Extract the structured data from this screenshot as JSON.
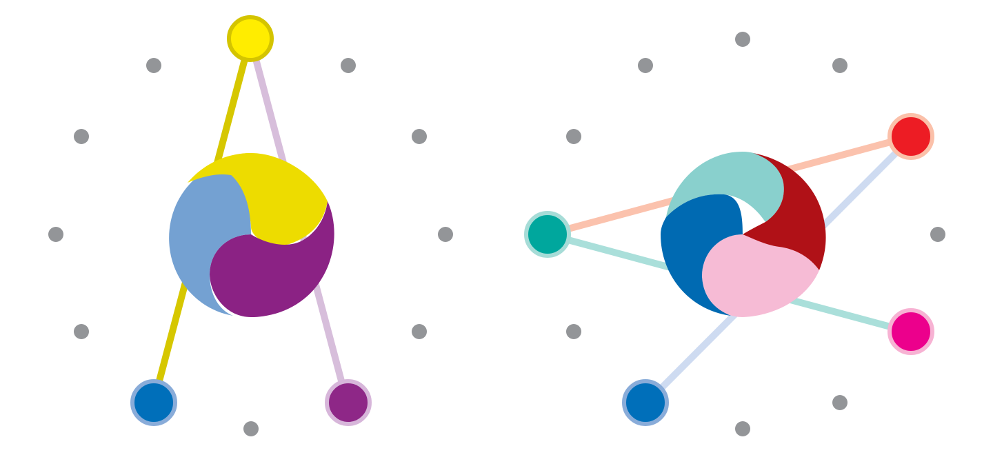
{
  "colors": {
    "background": "#ffffff",
    "dot": "#939598",
    "yellow": "#ffed00",
    "yellow_edge": "#d4c400",
    "yellow_link": "#d6c700",
    "yellow_swirl": "#eddc00",
    "light_blue_swirl": "#74a1d2",
    "purple": "#8e2787",
    "purple_swirl": "#8b2284",
    "purple_edge": "#d7b6da",
    "purple_link": "#d7bedb",
    "blue": "#006fba",
    "blue_edge": "#89acd9",
    "blue_link": "#cedbf1",
    "blue_swirl": "#006ab2",
    "teal": "#00a79d",
    "teal_edge": "#a6dcd7",
    "teal_link": "#aadfda",
    "teal_swirl": "#89d0cd",
    "red": "#ed1c24",
    "red_edge": "#fbc0a9",
    "red_link": "#fbc2ad",
    "red_swirl": "#b01117",
    "magenta": "#ec008c",
    "magenta_edge": "#f7b2d3",
    "pink_swirl": "#f6bbd5"
  },
  "diagrams": [
    {
      "id": "left",
      "swirl": [
        "yellow_swirl",
        "purple_swirl",
        "light_blue_swirl"
      ],
      "nodes": [
        "yellow",
        "blue",
        "purple"
      ],
      "links": [
        {
          "from": "yellow",
          "to": "blue",
          "color": "yellow_link"
        },
        {
          "from": "yellow",
          "to": "purple",
          "color": "purple_link"
        }
      ]
    },
    {
      "id": "right",
      "swirl": [
        "teal_swirl",
        "red_swirl",
        "pink_swirl",
        "blue_swirl"
      ],
      "nodes": [
        "teal",
        "red",
        "magenta",
        "blue"
      ],
      "links": [
        {
          "from": "teal",
          "to": "red",
          "color": "red_link"
        },
        {
          "from": "teal",
          "to": "magenta",
          "color": "teal_link"
        },
        {
          "from": "red",
          "to": "blue",
          "color": "blue_link"
        }
      ]
    }
  ]
}
